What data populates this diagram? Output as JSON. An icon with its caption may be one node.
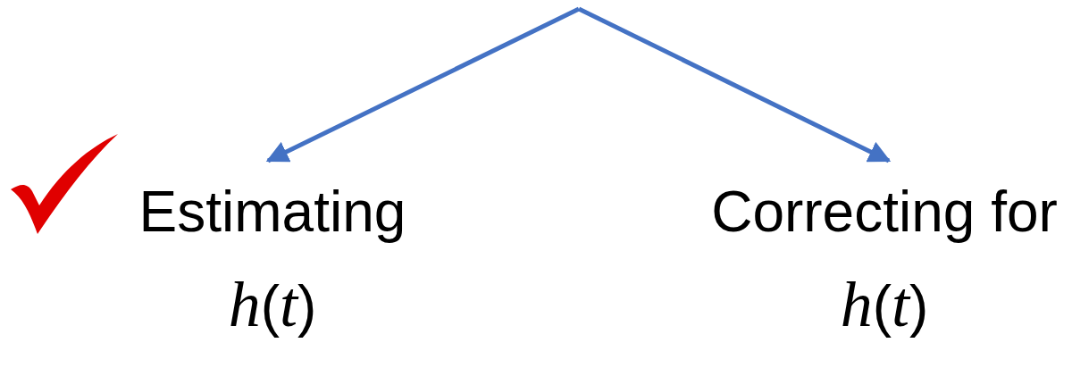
{
  "diagram": {
    "nodes": [
      {
        "text": [
          "Estimating *h*(*t*)"
        ]
      },
      {
        "text": [
          "Correcting for *h*(*t*)"
        ]
      }
    ],
    "edges": [
      {
        "from": null,
        "to": 0,
        "arrow": "to"
      },
      {
        "from": null,
        "to": 1,
        "arrow": "to"
      }
    ]
  }
}
